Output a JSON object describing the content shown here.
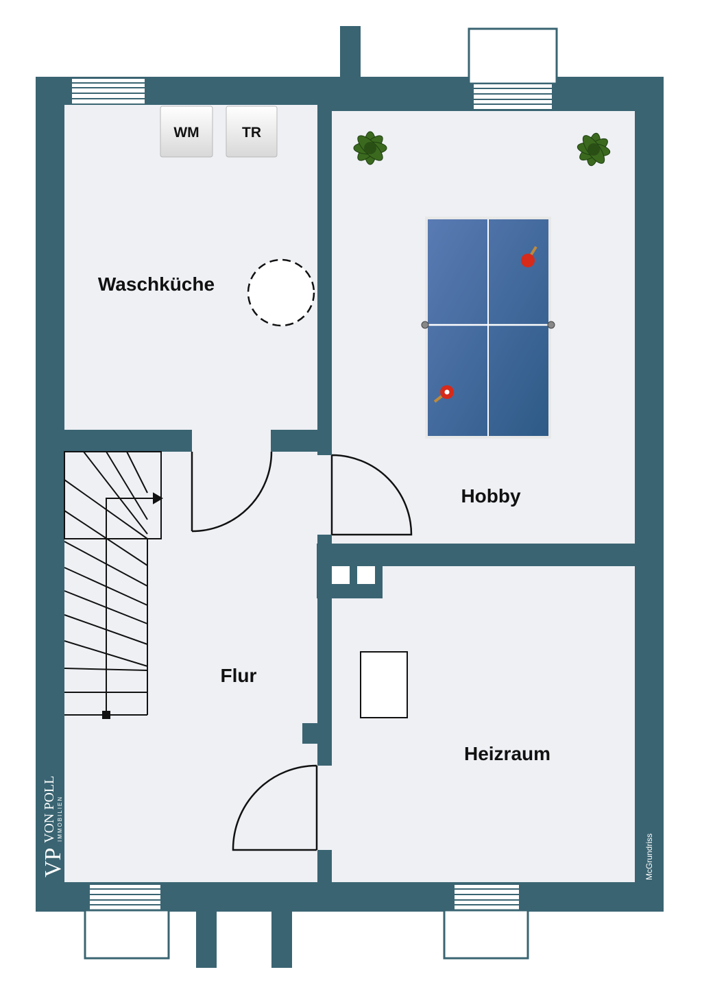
{
  "rooms": {
    "waschkueche": "Waschküche",
    "hobby": "Hobby",
    "flur": "Flur",
    "heizraum": "Heizraum"
  },
  "appliances": {
    "washer": "WM",
    "dryer": "TR"
  },
  "branding": {
    "logo_mark": "VP",
    "logo_name": "VON POLL",
    "logo_sub": "IMMOBILIEN",
    "credit": "McGrundriss"
  },
  "colors": {
    "wall": "#3a6472",
    "floor": "#eef0f4",
    "table": "#3e6aa0",
    "line": "#111111"
  },
  "icons": [
    "plant-icon",
    "ping-pong-paddle-icon"
  ]
}
